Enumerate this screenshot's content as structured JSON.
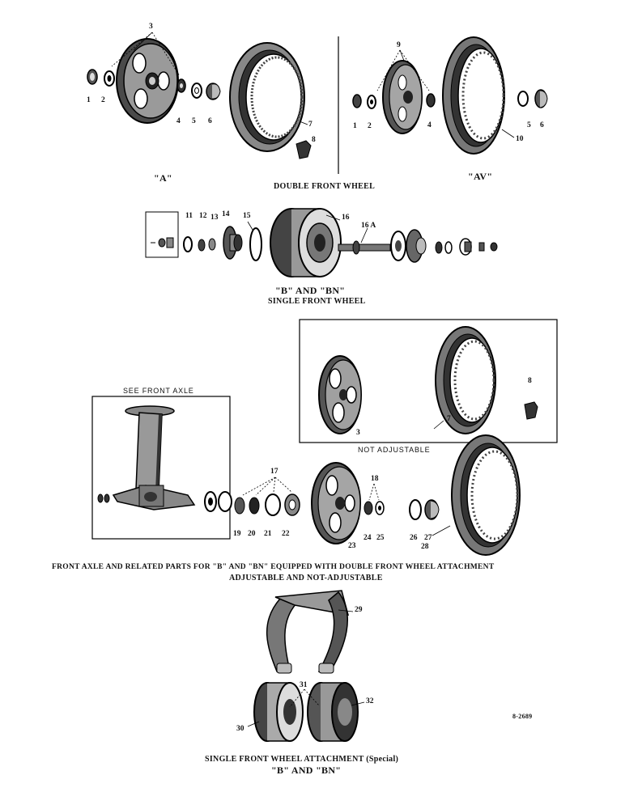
{
  "captions": {
    "model_a": "\"A\"",
    "model_av": "\"AV\"",
    "double_front_wheel": "DOUBLE FRONT WHEEL",
    "b_bn": "\"B\" AND \"BN\"",
    "single_front_wheel": "SINGLE FRONT WHEEL",
    "see_front_axle": "SEE FRONT AXLE",
    "not_adjustable": "NOT ADJUSTABLE",
    "front_axle_line1": "FRONT AXLE AND RELATED PARTS FOR \"B\" AND \"BN\" EQUIPPED WITH DOUBLE FRONT WHEEL ATTACHMENT",
    "front_axle_line2": "ADJUSTABLE AND NOT-ADJUSTABLE",
    "attachment_line1": "SINGLE FRONT WHEEL ATTACHMENT (Special)",
    "attachment_line2": "\"B\" AND \"BN\"",
    "drawing_number": "8-2689"
  },
  "part_numbers": {
    "a_1": "1",
    "a_2": "2",
    "a_3": "3",
    "a_4": "4",
    "a_5": "5",
    "a_6": "6",
    "a_7": "7",
    "a_8": "8",
    "av_1": "1",
    "av_2": "2",
    "av_9": "9",
    "av_4": "4",
    "av_5": "5",
    "av_6": "6",
    "av_10": "10",
    "s_11": "11",
    "s_12": "12",
    "s_13": "13",
    "s_14": "14",
    "s_15": "15",
    "s_16": "16",
    "s_16a": "16 A",
    "n_3": "3",
    "n_7": "7",
    "n_8": "8",
    "f_17": "17",
    "f_18": "18",
    "f_19": "19",
    "f_20": "20",
    "f_21": "21",
    "f_22": "22",
    "f_23": "23",
    "f_24": "24",
    "f_25": "25",
    "f_26": "26",
    "f_27": "27",
    "f_28": "28",
    "t_29": "29",
    "t_30": "30",
    "t_31": "31",
    "t_32": "32"
  },
  "icons": [
    "wheel-disc-icon",
    "rim-icon",
    "bearing-icon",
    "hub-cap-icon",
    "axle-spindle-icon",
    "fork-icon",
    "roller-wheel-icon"
  ]
}
